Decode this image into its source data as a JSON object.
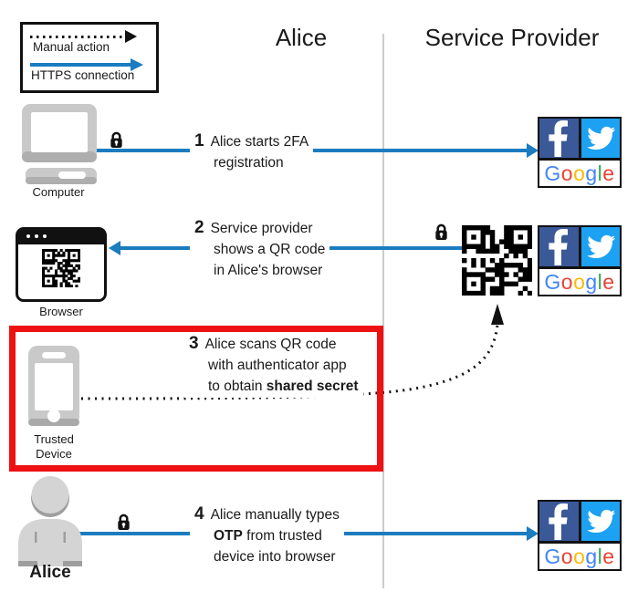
{
  "legend": {
    "manual_action": "Manual action",
    "https_connection": "HTTPS connection"
  },
  "columns": {
    "alice": "Alice",
    "service_provider": "Service Provider"
  },
  "steps": {
    "s1": {
      "num": "1",
      "line1": "Alice starts 2FA",
      "line2": "registration"
    },
    "s2": {
      "num": "2",
      "line1": "Service provider",
      "line2": "shows a QR code",
      "line3": "in Alice's browser"
    },
    "s3": {
      "num": "3",
      "line1": "Alice scans QR code",
      "line2": "with authenticator app",
      "line3_pre": "to obtain ",
      "line3_bold": "shared secret"
    },
    "s4": {
      "num": "4",
      "line1": "Alice manually types",
      "line2_bold": "OTP",
      "line2_rest": " from trusted",
      "line3": "device into browser"
    }
  },
  "icons": {
    "computer_label": "Computer",
    "browser_label": "Browser",
    "trusted_device_line1": "Trusted",
    "trusted_device_line2": "Device",
    "alice_label": "Alice"
  },
  "logos": {
    "google": "Google",
    "google_colors": [
      "#4285F4",
      "#EA4335",
      "#FBBC05",
      "#4285F4",
      "#34A853",
      "#EA4335"
    ]
  },
  "colors": {
    "https_blue": "#1b7cc0",
    "highlight_red": "#ee1111",
    "facebook_blue": "#3b5998",
    "twitter_blue": "#1da1f2",
    "divider_gray": "#cccccc"
  }
}
